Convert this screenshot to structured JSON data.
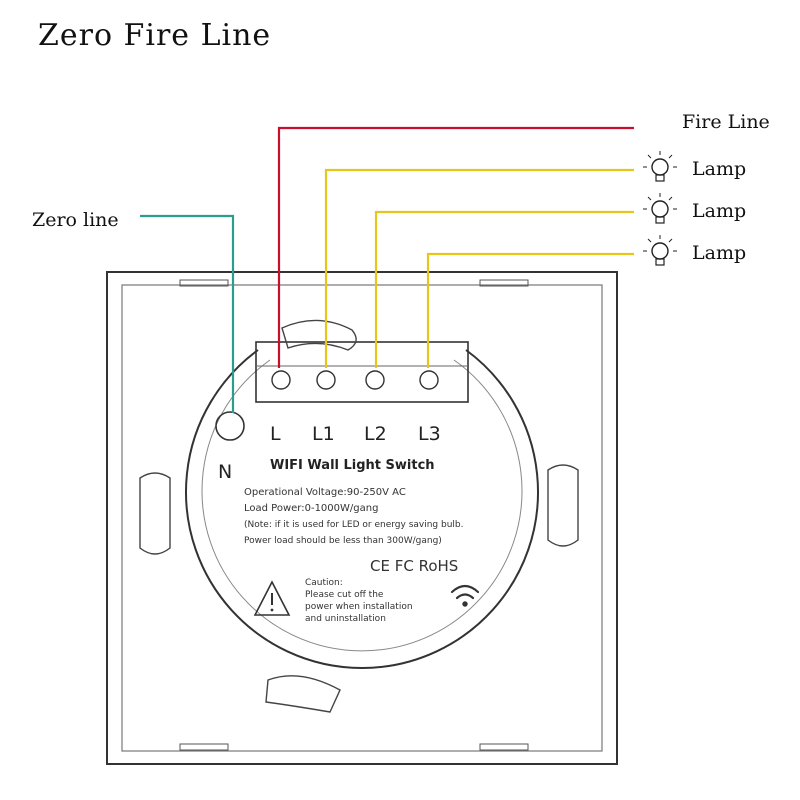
{
  "title": "Zero Fire Line",
  "labels": {
    "fire_line": "Fire Line",
    "zero_line": "Zero line",
    "lamp1": "Lamp",
    "lamp2": "Lamp",
    "lamp3": "Lamp"
  },
  "terminals": {
    "N": "N",
    "L": "L",
    "L1": "L1",
    "L2": "L2",
    "L3": "L3"
  },
  "switch_label": {
    "heading": "WIFI Wall Light Switch",
    "voltage": "Operational Voltage:90-250V AC",
    "load": "Load Power:0-1000W/gang",
    "note1": "(Note: if it is used for LED or energy saving bulb.",
    "note2": "Power load should be less than 300W/gang)",
    "certs": "CE FC RoHS",
    "caution_title": "Caution:",
    "caution1": "Please cut off the",
    "caution2": "power when installation",
    "caution3": "and uninstallation"
  },
  "colors": {
    "fire_wire": "#c8102e",
    "lamp_wire": "#e6c619",
    "zero_wire": "#2a9d8f"
  },
  "icons": [
    "lamp-bulb-icon",
    "warning-triangle-icon",
    "wifi-icon"
  ]
}
